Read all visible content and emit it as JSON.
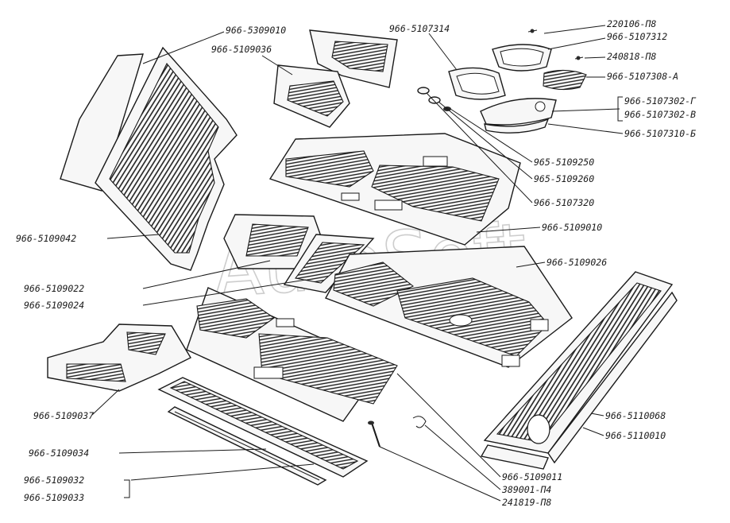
{
  "watermark": "AutoSoft",
  "colors": {
    "ink": "#1a1a1a",
    "paper": "#ffffff",
    "watermark": "#bdbdbd"
  },
  "labels": {
    "p5309010": "966-5309010",
    "p5109036": "966-5109036",
    "p5107314": "966-5107314",
    "p220106": "220106-П8",
    "p5107312": "966-5107312",
    "p240818": "240818-П8",
    "p5107308a": "966-5107308-А",
    "p5107302g": "966-5107302-Г",
    "p5107302v": "966-5107302-В",
    "p5107310b": "966-5107310-Б",
    "p5109250": "965-5109250",
    "p5109260": "965-5109260",
    "p5107320": "966-5107320",
    "p5109010": "966-5109010",
    "p5109042": "966-5109042",
    "p5109026": "966-5109026",
    "p5109022": "966-5109022",
    "p5109024": "966-5109024",
    "p5109037": "966-5109037",
    "p5110068": "966-5110068",
    "p5110010": "966-5110010",
    "p5109034": "966-5109034",
    "p5109011": "966-5109011",
    "p5109032": "966-5109032",
    "p389001": "389001-П4",
    "p5109033": "966-5109033",
    "p241819": "241819-П8"
  }
}
